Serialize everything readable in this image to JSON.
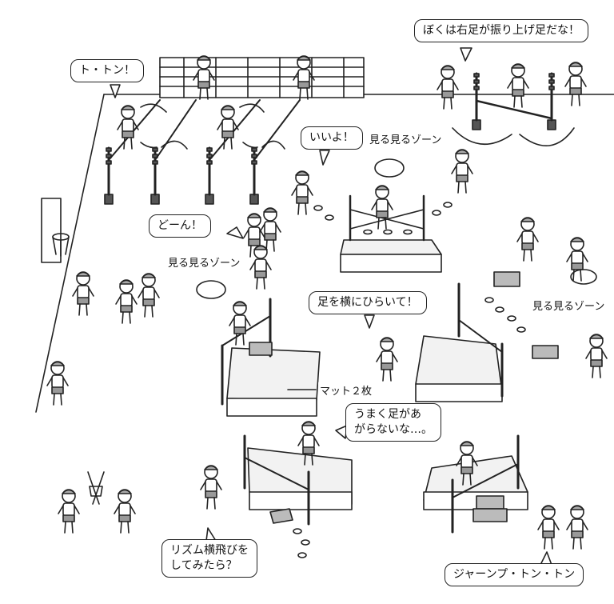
{
  "speech": {
    "to_ton": "ト・トン！",
    "boku_migi": "ぼくは右足が振り上げ足だな！",
    "iiyo": "いいよ！",
    "doon": "どーん！",
    "ashi_yoko": "足を横にひらいて！",
    "umaku_line1": "うまく足があ",
    "umaku_line2": "がらないな…。",
    "rhythm_line1": "リズム横飛びを",
    "rhythm_line2": "してみたら？",
    "jump_ton_ton": "ジャーンプ・トン・トン"
  },
  "labels": {
    "miru_zone_top": "見る見るゾーン",
    "miru_zone_left": "見る見るゾーン",
    "miru_zone_right": "見る見るゾーン",
    "mat_two": "マット２枚"
  },
  "colors": {
    "line": "#222222",
    "mat": "#f2f2f2",
    "mat_side": "#dcdcdc",
    "gray": "#888888"
  }
}
